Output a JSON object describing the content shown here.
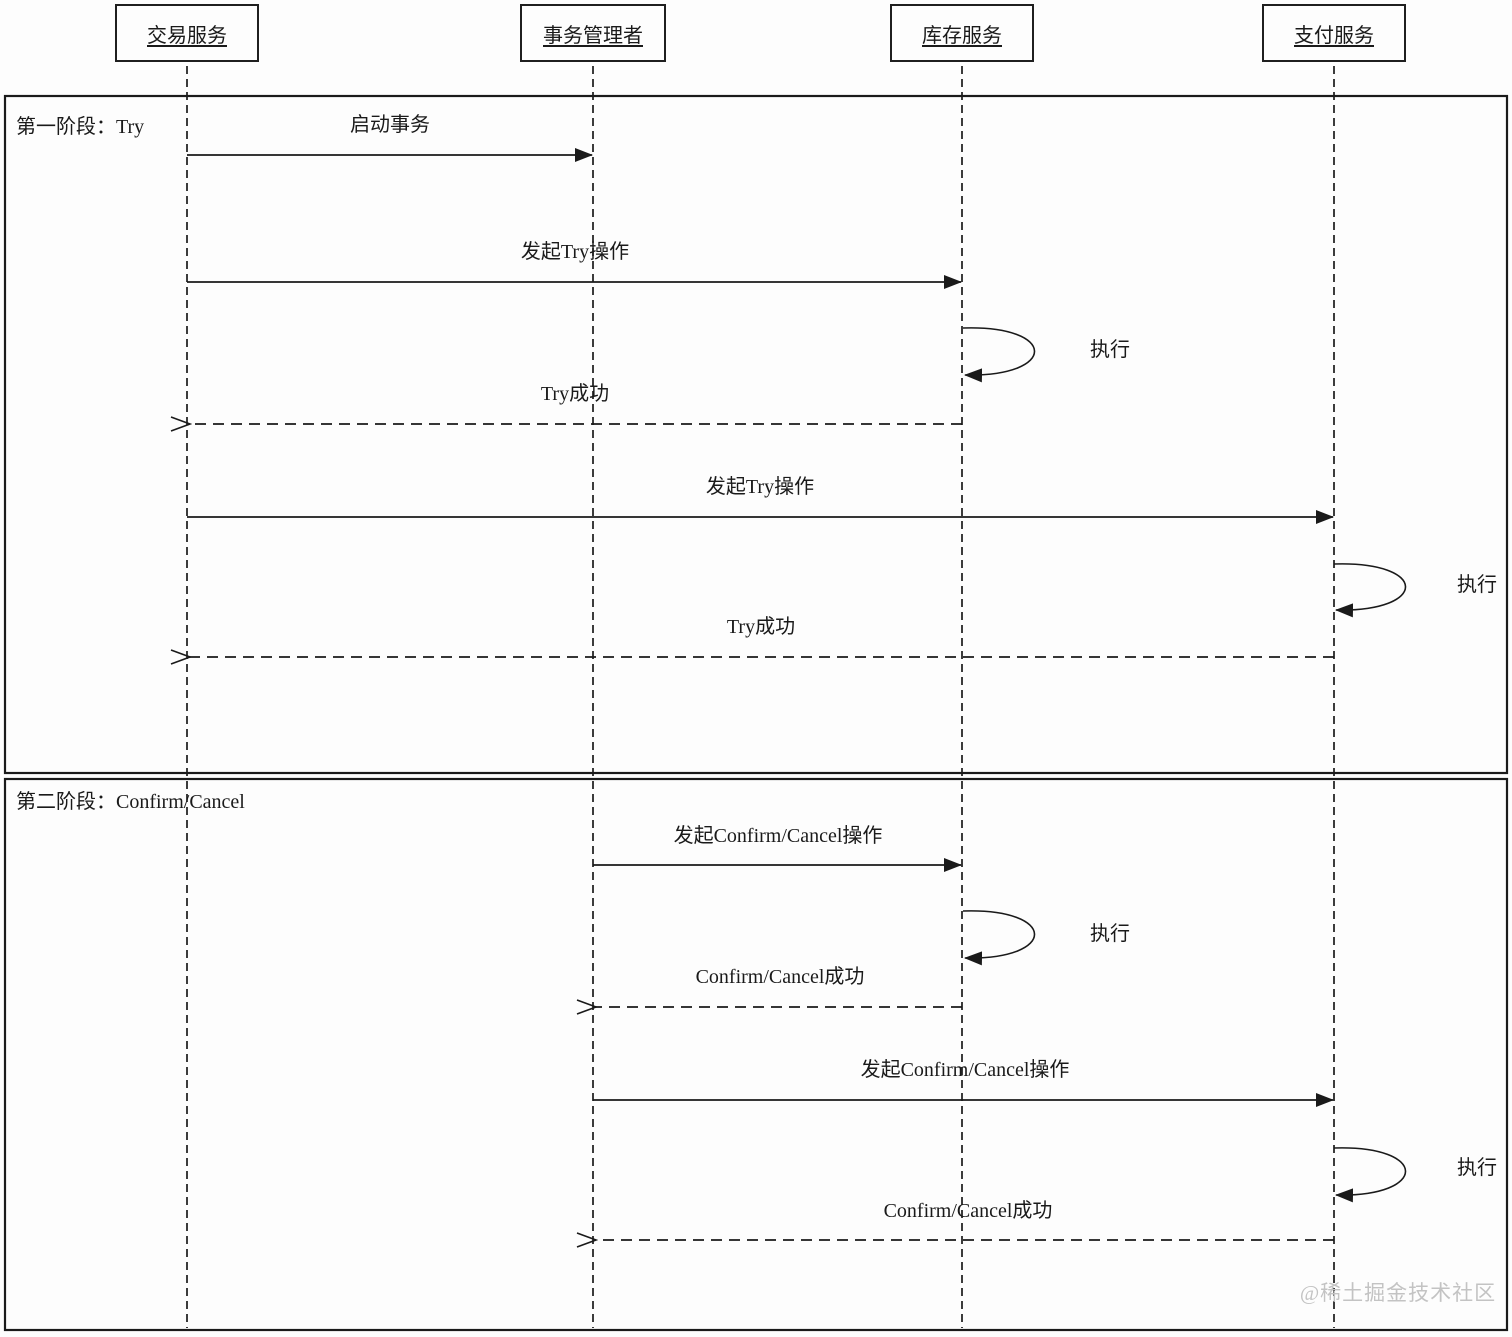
{
  "diagram_type": "uml-sequence",
  "participants": [
    {
      "label": "交易服务"
    },
    {
      "label": "事务管理者"
    },
    {
      "label": "库存服务"
    },
    {
      "label": "支付服务"
    }
  ],
  "phases": [
    {
      "title": "第一阶段：Try",
      "messages": [
        {
          "label": "启动事务",
          "from": "交易服务",
          "to": "事务管理者",
          "type": "solid-arrow"
        },
        {
          "label": "发起Try操作",
          "from": "交易服务",
          "to": "库存服务",
          "type": "solid-arrow"
        },
        {
          "label": "执行",
          "from": "库存服务",
          "to": "库存服务",
          "type": "self-loop"
        },
        {
          "label": "Try成功",
          "from": "库存服务",
          "to": "交易服务",
          "type": "dashed-return"
        },
        {
          "label": "发起Try操作",
          "from": "交易服务",
          "to": "支付服务",
          "type": "solid-arrow"
        },
        {
          "label": "执行",
          "from": "支付服务",
          "to": "支付服务",
          "type": "self-loop"
        },
        {
          "label": "Try成功",
          "from": "支付服务",
          "to": "交易服务",
          "type": "dashed-return"
        }
      ]
    },
    {
      "title": "第二阶段：Confirm/Cancel",
      "messages": [
        {
          "label": "发起Confirm/Cancel操作",
          "from": "事务管理者",
          "to": "库存服务",
          "type": "solid-arrow"
        },
        {
          "label": "执行",
          "from": "库存服务",
          "to": "库存服务",
          "type": "self-loop"
        },
        {
          "label": "Confirm/Cancel成功",
          "from": "库存服务",
          "to": "事务管理者",
          "type": "dashed-return"
        },
        {
          "label": "发起Confirm/Cancel操作",
          "from": "事务管理者",
          "to": "支付服务",
          "type": "solid-arrow"
        },
        {
          "label": "执行",
          "from": "支付服务",
          "to": "支付服务",
          "type": "self-loop"
        },
        {
          "label": "Confirm/Cancel成功",
          "from": "支付服务",
          "to": "事务管理者",
          "type": "dashed-return"
        }
      ]
    }
  ],
  "watermark": "@稀土掘金技术社区",
  "colors": {
    "line": "#1a1a1a",
    "background": "#fdfdfd",
    "watermark": "#c3c3c3"
  }
}
